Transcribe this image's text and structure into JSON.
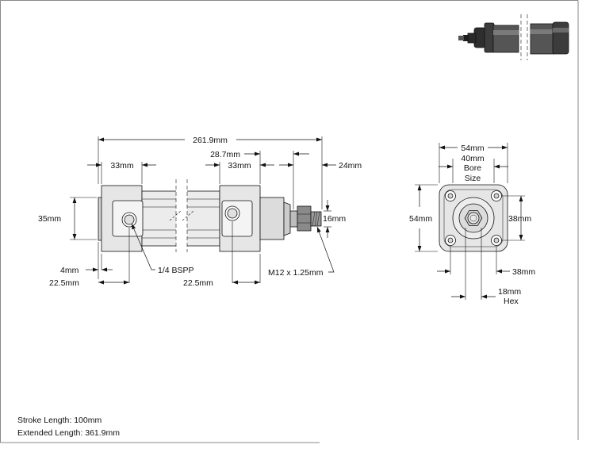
{
  "colors": {
    "line": "#111111",
    "body_fill": "#e6e6e6",
    "cap_fill": "#d9d9d9",
    "port_fill": "#f4f4f4",
    "thread_fill": "#9a9a9a",
    "iso_dark": "#3c3c3c",
    "iso_mid": "#6a6a6a"
  },
  "icons": {
    "isometric_view": "cylinder-isometric-icon",
    "side_view": "cylinder-side-view",
    "end_view": "cylinder-end-view"
  },
  "dimensions": {
    "overall_length": "261.9mm",
    "rod_extension": "28.7mm",
    "cap_width_left": "33mm",
    "cap_width_right": "33mm",
    "rod_thread_length": "24mm",
    "cap_height": "35mm",
    "rod_diameter": "16mm",
    "cap_offset": "4mm",
    "port_offset_left": "22.5mm",
    "port_offset_right": "22.5mm",
    "port_thread": "1/4 BSPP",
    "rod_thread": "M12 x 1.25mm",
    "end_width": "54mm",
    "bore_size_lines": [
      "40mm",
      "Bore",
      "Size"
    ],
    "end_height": "54mm",
    "bolt_spacing_vertical": "38mm",
    "bolt_spacing_horizontal": "38mm",
    "hex_size_lines": [
      "18mm",
      "Hex"
    ]
  },
  "notes": {
    "stroke_length": "Stroke Length: 100mm",
    "extended_length": "Extended Length: 361.9mm"
  }
}
